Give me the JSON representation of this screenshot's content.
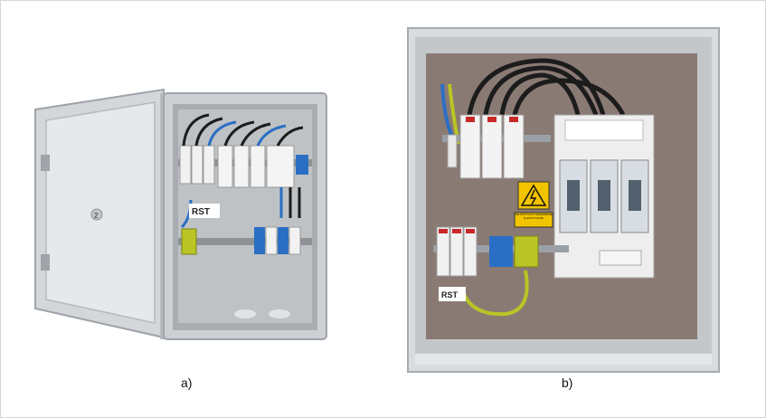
{
  "figure": {
    "panels": [
      {
        "caption": "a)",
        "logo": "RST",
        "door_number": "2"
      },
      {
        "caption": "b)",
        "logo": "RST",
        "warning_sign_text": "NIE DOTYKAĆ! URZĄDZENIE ELEKTRYCZNE"
      }
    ]
  },
  "colors": {
    "enclosure_grey": "#c9cccf",
    "mounting_plate": "#8a7a74",
    "cable_black": "#1c1c1c",
    "cable_blue": "#2a6fc4",
    "earth_yellow_green": "#b9c524",
    "warning_yellow": "#f2c400"
  }
}
